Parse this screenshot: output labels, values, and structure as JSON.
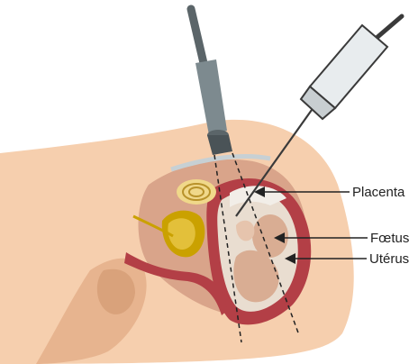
{
  "labels": {
    "placenta": "Placenta",
    "foetus": "Fœtus",
    "uterus": "Utérus"
  },
  "colors": {
    "skin": "#f6cfae",
    "skin_shadow": "#e7b48f",
    "uterus_wall": "#b33f46",
    "amniotic": "#e9ddd0",
    "fetus": "#d9ad93",
    "bladder": "#caa100",
    "needle": "#3a3a3a",
    "probe": "#7d8a8f",
    "line": "#222222"
  },
  "icons": [
    "ultrasound-probe-icon",
    "syringe-icon"
  ]
}
